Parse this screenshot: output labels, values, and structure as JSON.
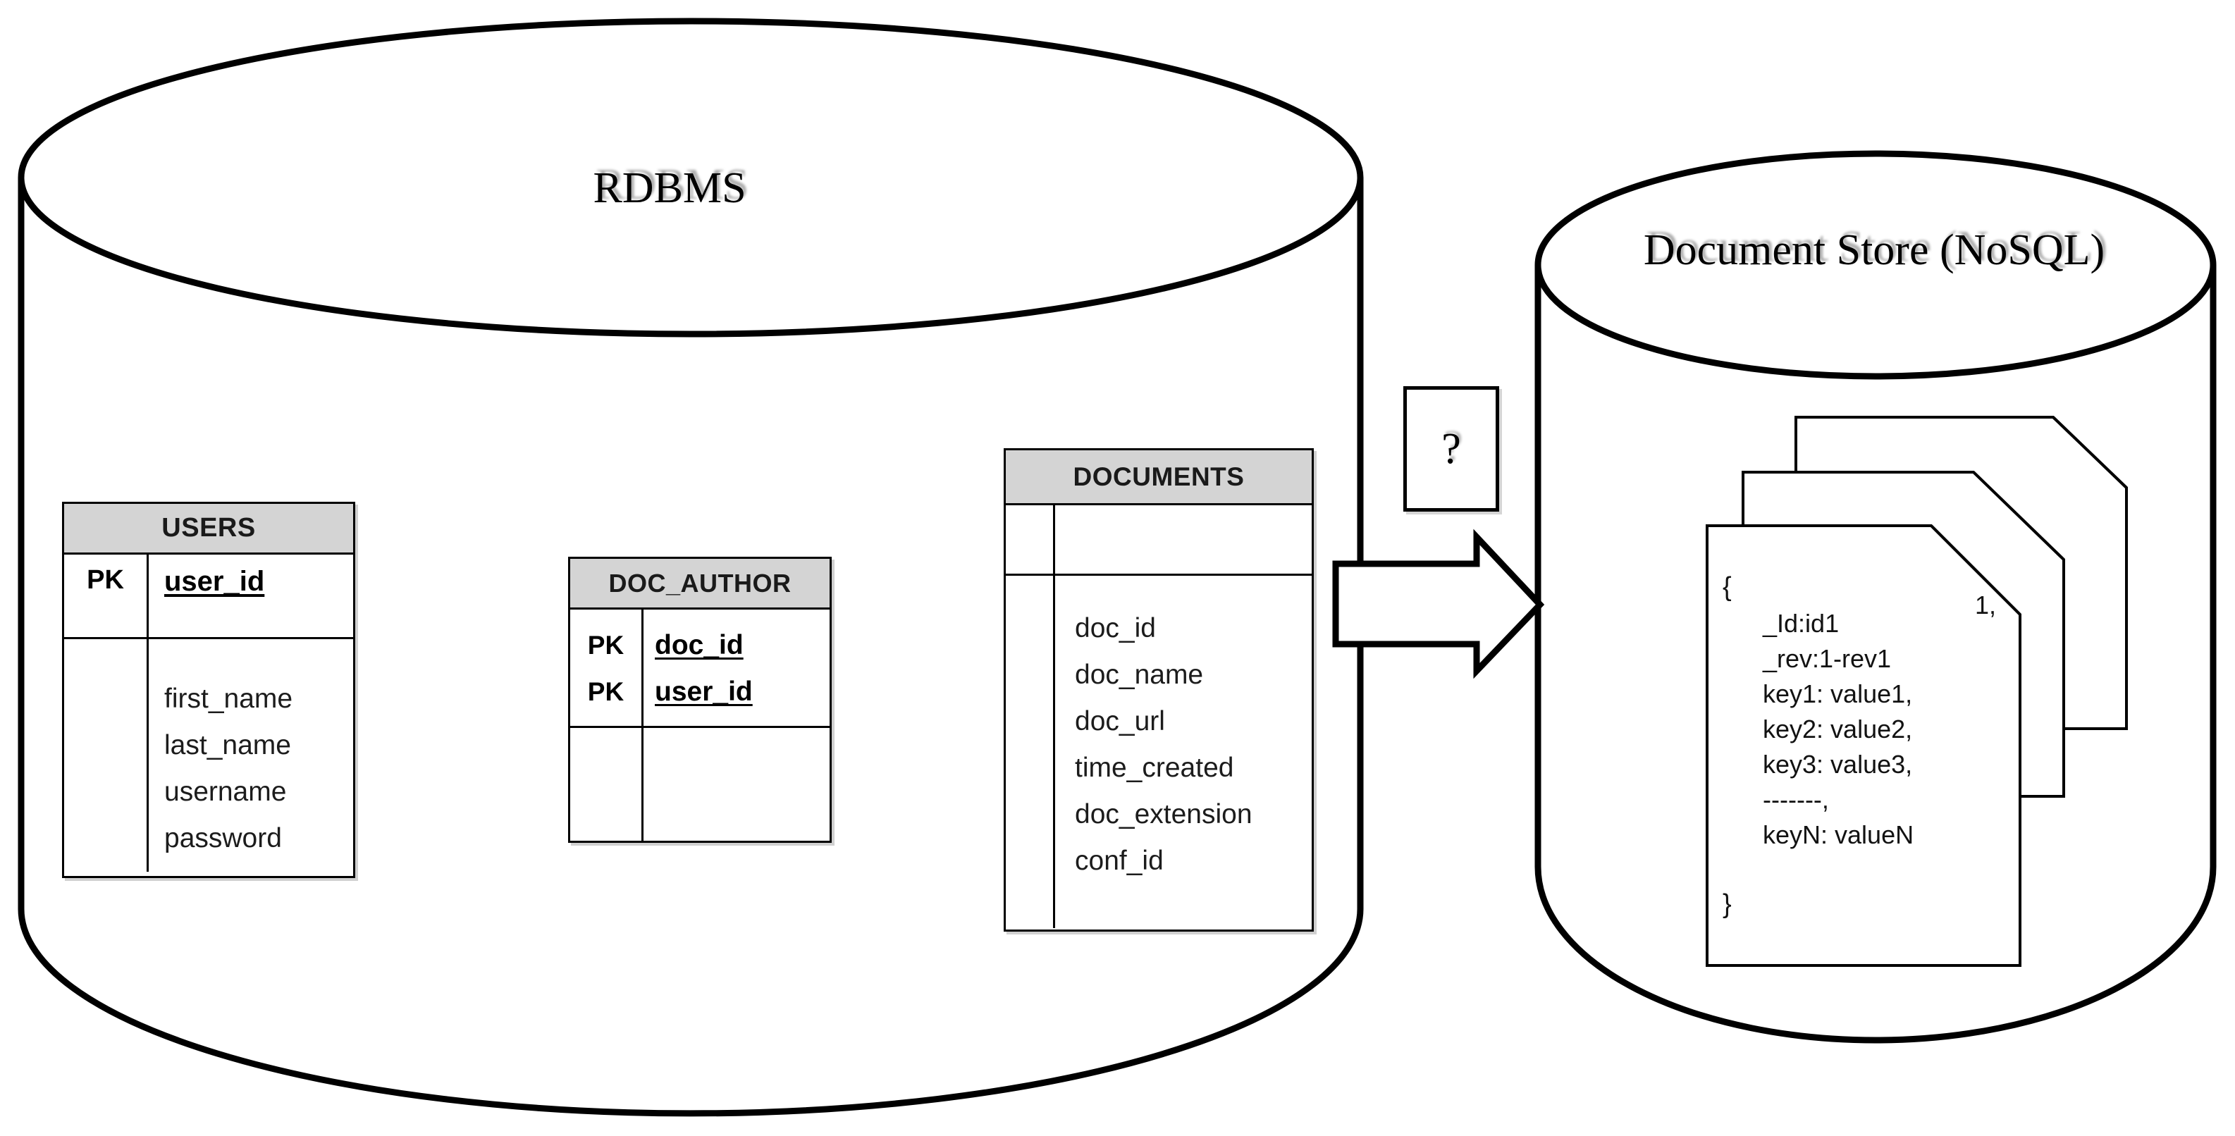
{
  "diagram": {
    "left_store": {
      "title": "RDBMS",
      "shape": "cylinder"
    },
    "right_store": {
      "title": "Document Store (NoSQL)",
      "shape": "cylinder"
    },
    "transition": {
      "question_mark": "?",
      "arrow": "right-block-arrow"
    },
    "tables": [
      {
        "name": "USERS",
        "key_rows": [
          {
            "key": "PK",
            "field": "user_id"
          }
        ],
        "attributes": [
          "first_name",
          "last_name",
          "username",
          "password"
        ]
      },
      {
        "name": "DOC_AUTHOR",
        "key_rows": [
          {
            "key": "PK",
            "field": "doc_id"
          },
          {
            "key": "PK",
            "field": "user_id"
          }
        ],
        "attributes": []
      },
      {
        "name": "DOCUMENTS",
        "key_rows": [],
        "attributes": [
          "doc_id",
          "doc_name",
          "doc_url",
          "time_created",
          "doc_extension",
          "conf_id"
        ]
      }
    ],
    "document_stack": {
      "count": 3,
      "front_document": {
        "brace_open": "{",
        "lines": [
          "  _Id:id1",
          "  _rev:1-rev1",
          "  key1: value1,",
          "  key2: value2,",
          "  key3: value3,",
          "  -------,",
          "  keyN: valueN"
        ],
        "brace_close": "}"
      },
      "middle_document_partial_text": "1,"
    },
    "colors": {
      "outline": "#000000",
      "table_header_fill": "#d4d4d4",
      "background": "#ffffff",
      "text": "#000000",
      "title_shadow": "#969696"
    }
  }
}
